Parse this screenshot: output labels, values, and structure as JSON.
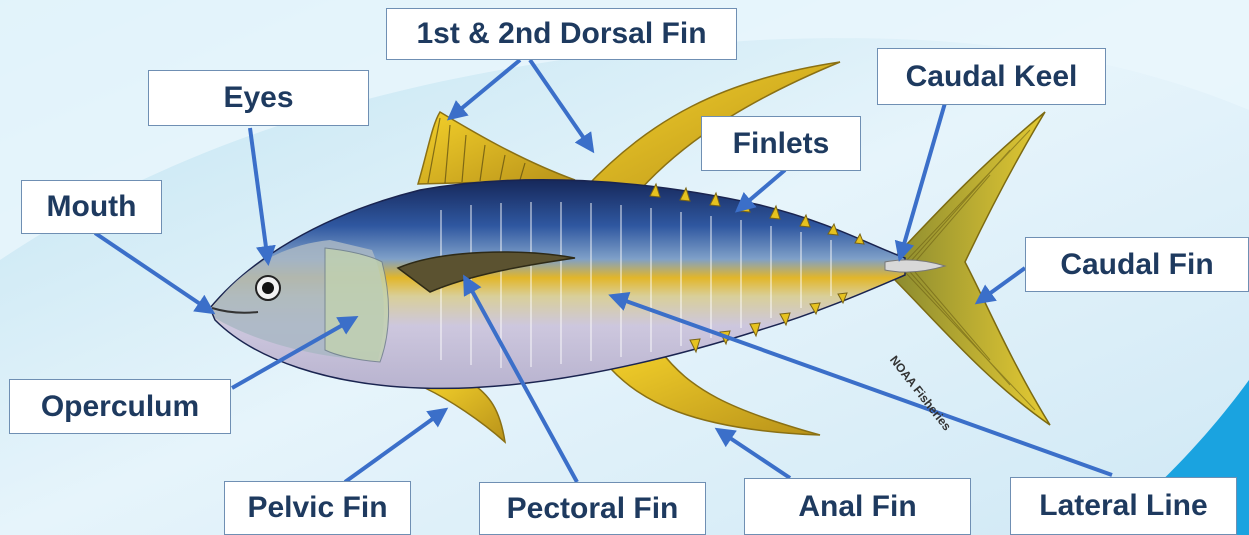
{
  "labels": {
    "dorsal_fin": "1st & 2nd Dorsal Fin",
    "eyes": "Eyes",
    "caudal_keel": "Caudal Keel",
    "finlets": "Finlets",
    "mouth": "Mouth",
    "caudal_fin": "Caudal Fin",
    "operculum": "Operculum",
    "pelvic_fin": "Pelvic Fin",
    "pectoral_fin": "Pectoral Fin",
    "anal_fin": "Anal Fin",
    "lateral_line": "Lateral Line"
  },
  "credit": "NOAA Fisheries",
  "colors": {
    "arrow": "#3b6fc9",
    "label_text": "#1e3a5f",
    "fin_yellow": "#e8c21f",
    "back_blue": "#1f3d7a",
    "belly": "#c9c6de",
    "background": "#dbeef8"
  }
}
